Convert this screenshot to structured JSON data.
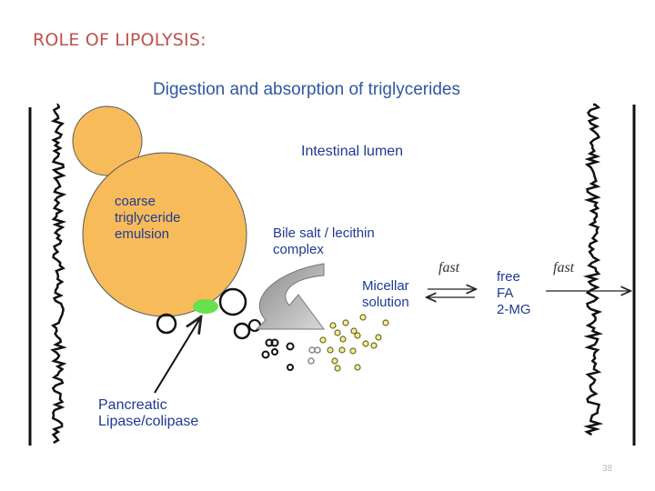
{
  "slide": {
    "title": "ROLE OF LIPOLYSIS:",
    "page_number": "38"
  },
  "diagram": {
    "title": "Digestion and absorption of triglycerides",
    "labels": {
      "lumen": "Intestinal lumen",
      "emulsion": [
        "coarse",
        "triglyceride",
        "emulsion"
      ],
      "bile": [
        "Bile salt / lecithin",
        "complex"
      ],
      "micellar": [
        "Micellar",
        "solution"
      ],
      "products": [
        "free",
        "FA",
        "2-MG"
      ],
      "lipase": [
        "Pancreatic",
        "Lipase/colipase"
      ],
      "fast_1": "fast",
      "fast_2": "fast"
    },
    "colors": {
      "emulsion_fill": "#f8bb5a",
      "lipase_fill": "#66e04c",
      "micelle_fill": "#f1ee9e",
      "text_blue": "#1f3a93",
      "title_red": "#c0504d"
    }
  }
}
